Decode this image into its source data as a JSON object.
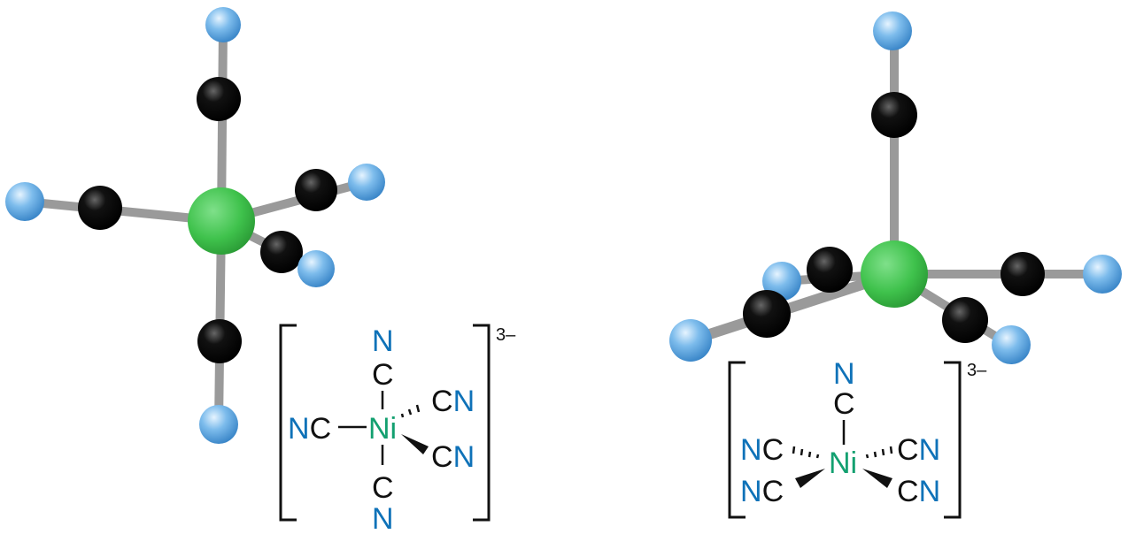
{
  "colors": {
    "nickel": "#3fc24c",
    "carbon": "#111111",
    "nitrogen": "#6fb4e8",
    "bond": "#9a9a9a",
    "label_N": "#0f72b8",
    "label_Ni": "#13a070"
  },
  "left_formula": {
    "top_N": "N",
    "top_C": "C",
    "left_N": "N",
    "left_C": "C",
    "center": "Ni",
    "ur_C": "C",
    "ur_N": "N",
    "lr_C": "C",
    "lr_N": "N",
    "bottom_C": "C",
    "bottom_N": "N",
    "charge": "3–"
  },
  "right_formula": {
    "top_N": "N",
    "top_C": "C",
    "ul_N": "N",
    "ul_C": "C",
    "ll_N": "N",
    "ll_C": "C",
    "center": "Ni",
    "ur_C": "C",
    "ur_N": "N",
    "lr_C": "C",
    "lr_N": "N",
    "charge": "3–"
  }
}
